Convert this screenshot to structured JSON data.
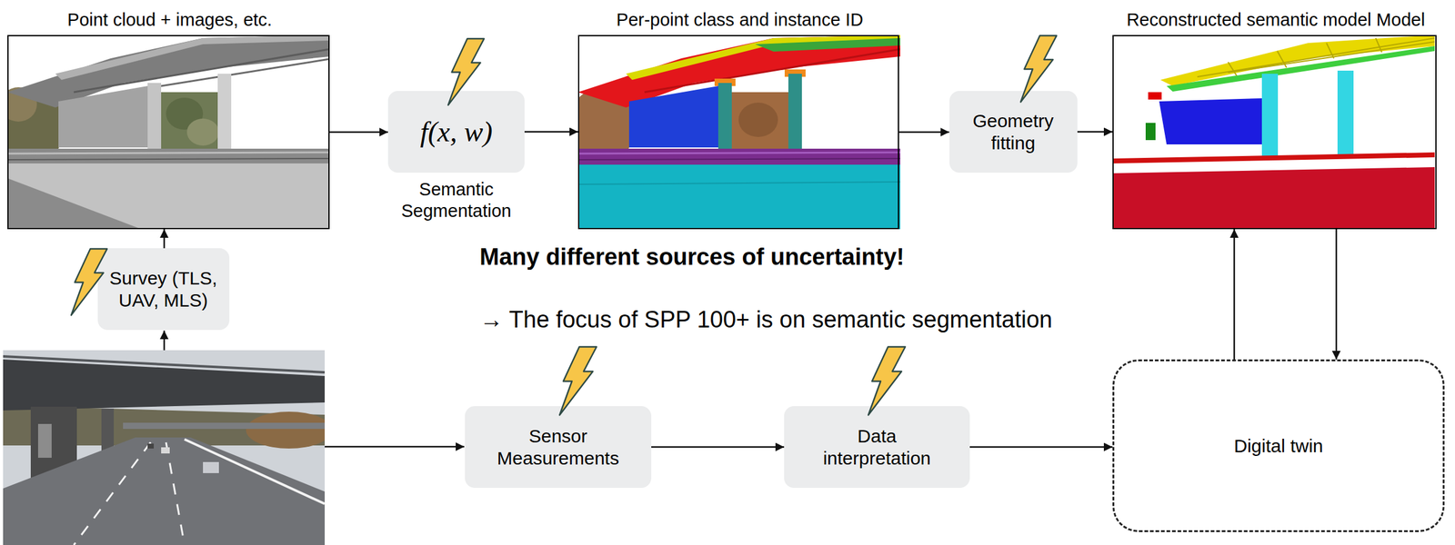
{
  "diagram": {
    "nodes": [
      {
        "text": [
          "Point cloud + images, etc."
        ]
      },
      {
        "text": [
          "f(x, w)",
          "Semantic Segmentation"
        ]
      },
      {
        "text": [
          "Per-point class and instance ID"
        ]
      },
      {
        "text": [
          "Geometry fitting"
        ]
      },
      {
        "text": [
          "Reconstructed semantic model Model"
        ]
      },
      {
        "text": [
          "Survey (TLS, UAV, MLS)"
        ]
      },
      {
        "text": [
          "Sensor Measurements"
        ]
      },
      {
        "text": [
          "Data interpretation"
        ]
      },
      {
        "text": [
          "Digital twin"
        ]
      }
    ],
    "edges": [
      {
        "from": 0,
        "to": 1,
        "arrow": "to"
      },
      {
        "from": 1,
        "to": 2,
        "arrow": "to"
      },
      {
        "from": 2,
        "to": 3,
        "arrow": "to"
      },
      {
        "from": 3,
        "to": 4,
        "arrow": "to"
      },
      {
        "from": 5,
        "to": 0,
        "arrow": "to"
      },
      {
        "from": 6,
        "to": 7,
        "arrow": "to"
      },
      {
        "from": 7,
        "to": 8,
        "arrow": "to"
      },
      {
        "from": 8,
        "to": 4,
        "arrow": "to"
      },
      {
        "from": 4,
        "to": 8,
        "arrow": "to"
      }
    ],
    "labels": [
      "Many different sources of uncertainty!",
      "→ The focus of SPP 100+ is on semantic segmentation"
    ]
  }
}
